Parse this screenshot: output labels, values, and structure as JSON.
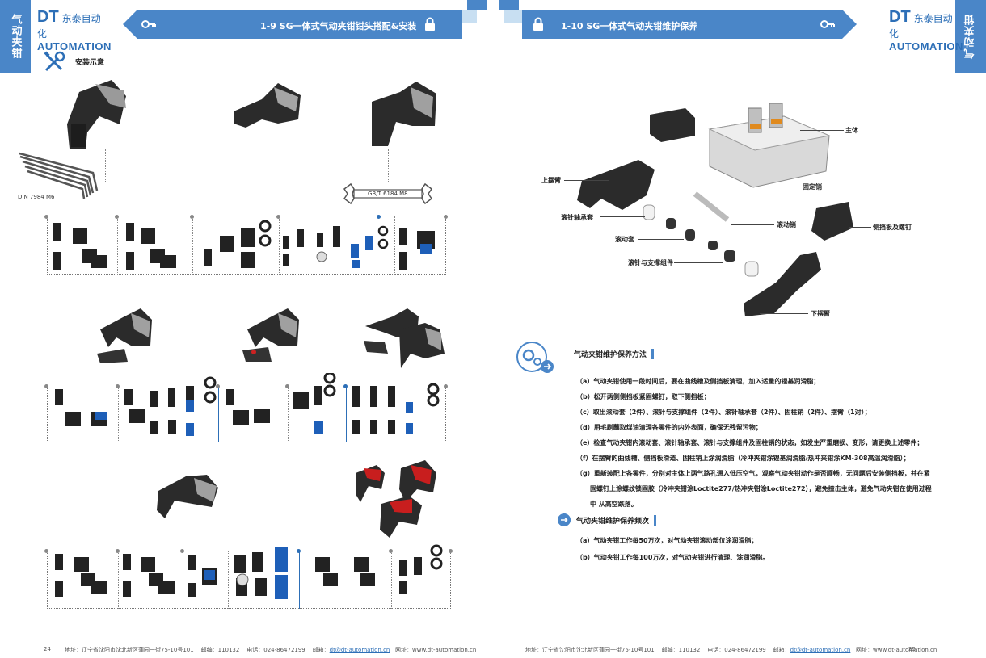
{
  "side_tab": {
    "left": "气动夹钳",
    "right": "气动夹钳"
  },
  "logo": {
    "dt": "DT",
    "cn": "东泰自动化",
    "auto": "AUTOMATION"
  },
  "banner_left": {
    "title": "1-9  SG一体式气动夹钳钳头搭配&安装"
  },
  "banner_right": {
    "title": "1-10  SG一体式气动夹钳维护保养"
  },
  "install": {
    "label": "安装示意",
    "key_label": "DIN 7984 M6",
    "wrench_label": "GB/T 6184  M8"
  },
  "diagram": {
    "callouts": [
      "主体",
      "上摆臂",
      "固定销",
      "滚针轴承套",
      "滚动销",
      "侧挡板及螺钉",
      "滚动套",
      "滚针与支撑组件",
      "下摆臂"
    ]
  },
  "maintenance": {
    "title": "气动夹钳维护保养方法",
    "items": [
      "（a）气动夹钳使用一段时间后，要在曲线槽及侧挡板清理，加入适量的锂基润滑脂；",
      "（b）松开两侧侧挡板紧固螺钉，取下侧挡板；",
      "（c）取出滚动套（2件）、滚针与支撑组件（2件）、滚针轴承套（2件）、固柱销（2件）、摆臂（1对）；",
      "（d）用毛刷蘸取煤油清理各零件的内外表面，确保无残留污物；",
      "（e）检查气动夹钳内滚动套、滚针轴承套、滚针与支撑组件及固柱销的状态，如发生严重磨损、变形，请更换上述零件；",
      "（f）在摆臂的曲线槽、侧挡板滑道、固柱销上涂润滑脂（冷冲夹钳涂锂基润滑脂/热冲夹钳涂KM-308高温润滑脂）；",
      "（g）重新装配上各零件，分别对主体上两气路孔通入低压空气，观察气动夹钳动作是否顺畅，无问题后安装侧挡板，并在紧"
    ],
    "cont": [
      "固螺钉上涂螺纹锁固胶（冷冲夹钳涂Loctite277/热冲夹钳涂Loctite272），避免撞击主体，避免气动夹钳在使用过程",
      "中 从高空跌落。"
    ]
  },
  "cycle": {
    "title": "气动夹钳维护保养频次",
    "items": [
      "（a）气动夹钳工作每50万次，对气动夹钳滚动部位涂润滑脂；",
      "（b）气动夹钳工作每100万次，对气动夹钳进行清理、涂润滑脂。"
    ]
  },
  "footer": {
    "left_page": "24",
    "right_page": "25",
    "address": "地址：辽宁省沈阳市沈北新区蒲园一街75-10号101",
    "postcode": "邮编：110132",
    "phone": "电话：024-86472199",
    "email_label": "邮箱：",
    "email": "dt@dt-automation.cn",
    "web": "网址：www.dt-automation.cn"
  },
  "colors": {
    "accent": "#4a86c8",
    "brand": "#2d6fb7"
  }
}
